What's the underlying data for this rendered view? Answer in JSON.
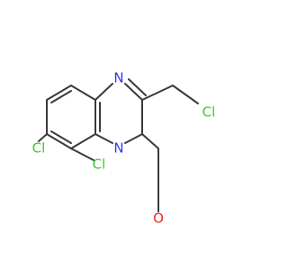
{
  "colors": {
    "background": "#ffffff",
    "bond": "#3a3a3a",
    "N": "#3333ff",
    "Cl": "#33cc33",
    "O": "#ff2020"
  },
  "atom_labels": {
    "n1": "N",
    "n5": "N",
    "o1": "O",
    "cl_ch2": "Cl",
    "cl_c7": "Cl",
    "cl_c6": "Cl"
  }
}
